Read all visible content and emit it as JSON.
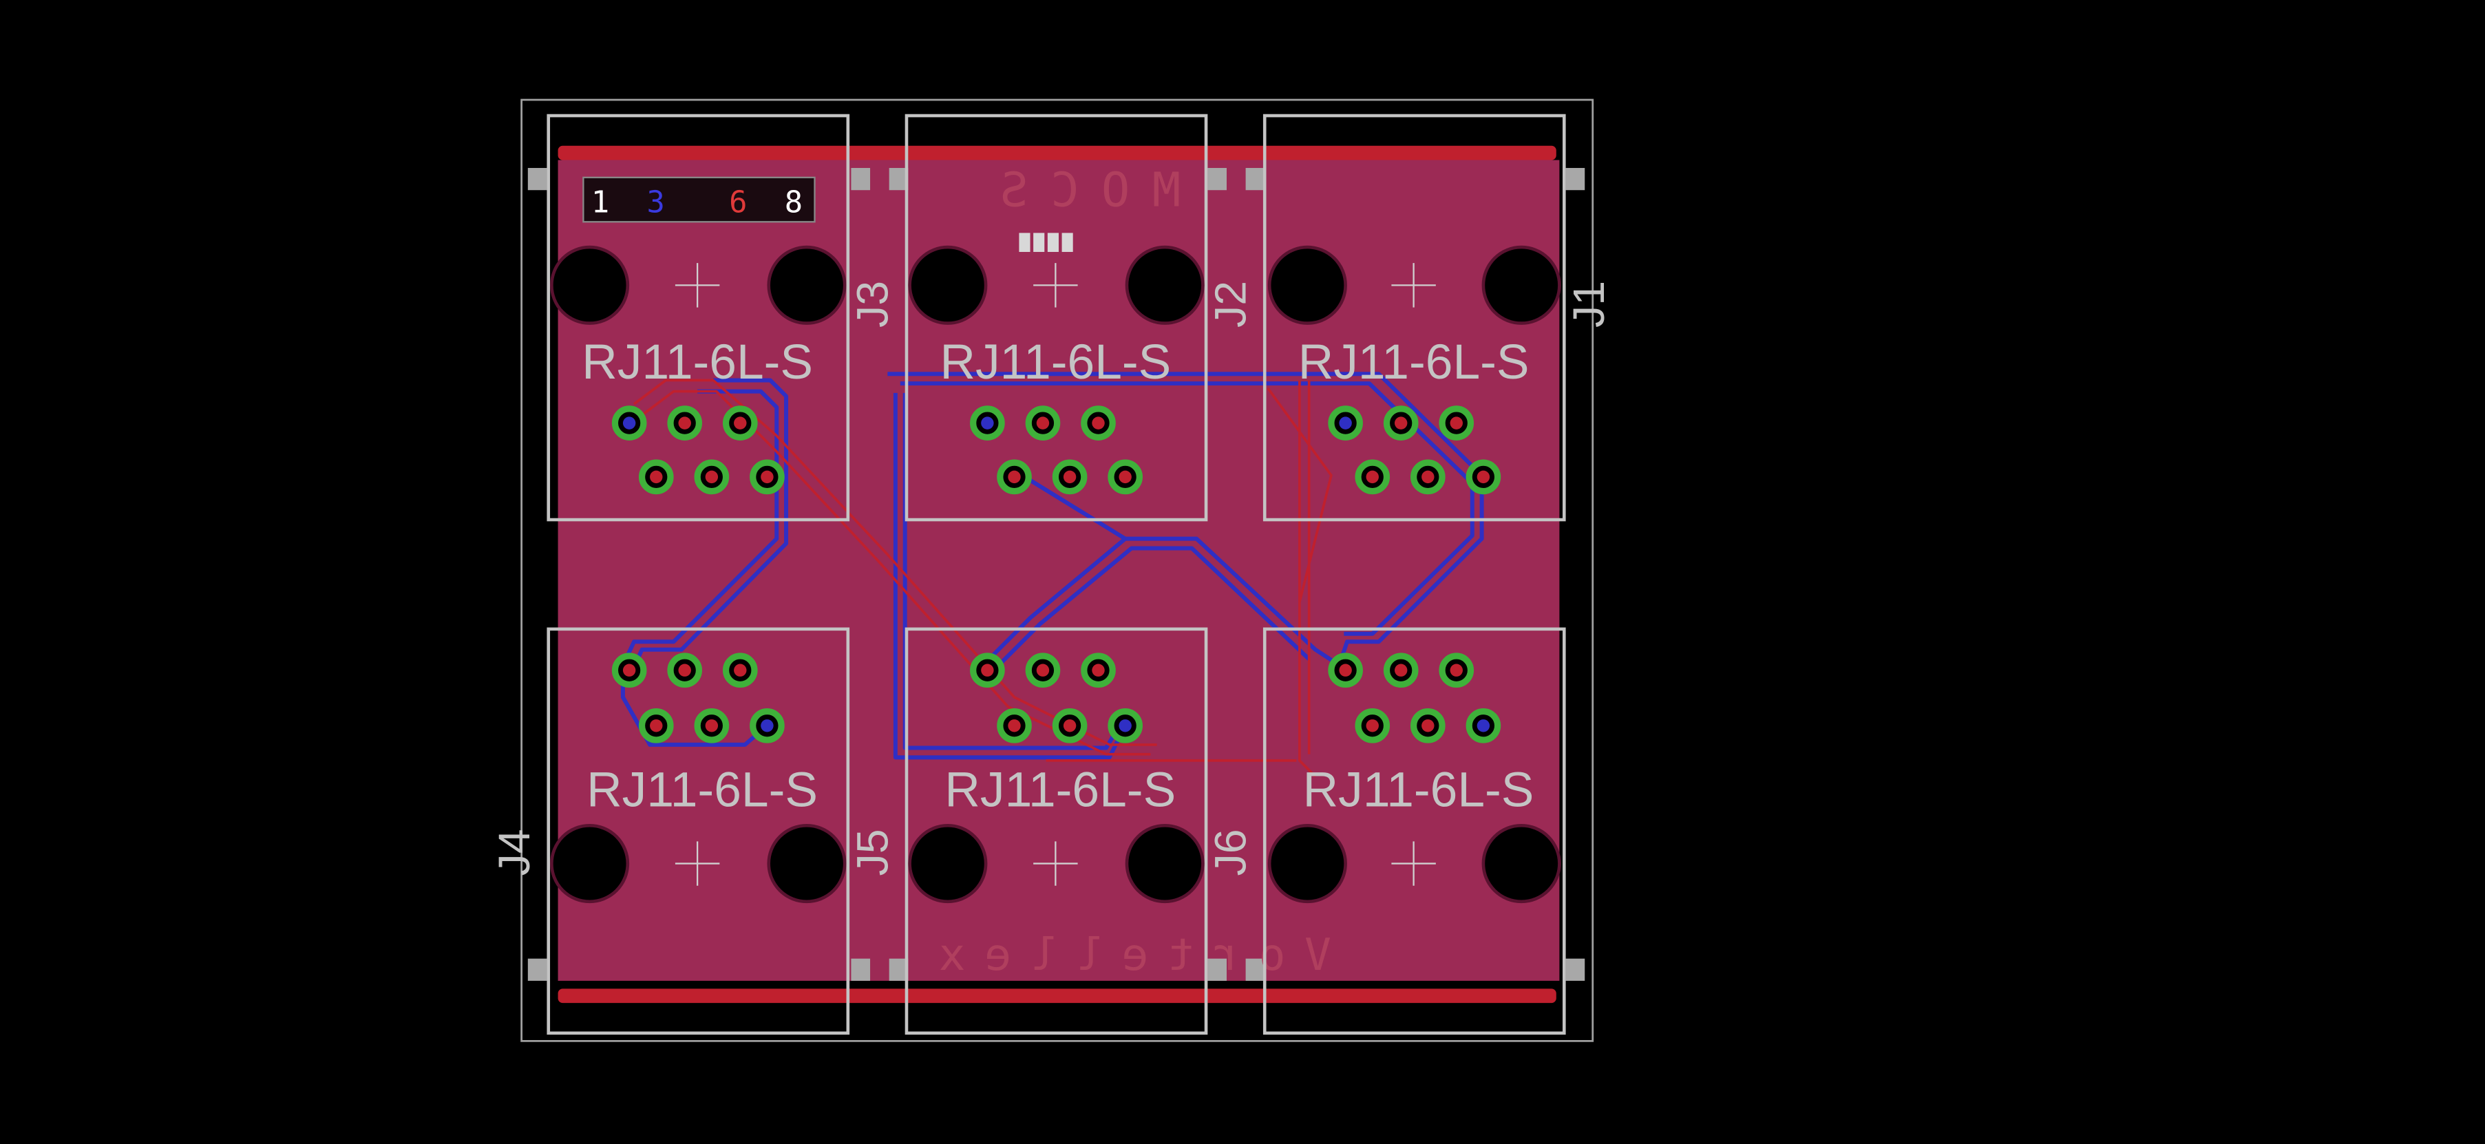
{
  "colors": {
    "background": "#000000",
    "board_fill": "#9c2a55",
    "top_copper": "#c0202e",
    "bottom_copper": "#2f2fc4",
    "pad": "#3fb13a",
    "silkscreen": "#c4c4c4",
    "outline": "#a0a0a0"
  },
  "layer_legend": {
    "l1": "1",
    "l3": "3",
    "l6": "6",
    "l8": "8"
  },
  "mirrored_text": {
    "top": "MOCS",
    "bottom": "Vortellex"
  },
  "connectors": [
    {
      "ref": "J1",
      "value": "RJ11-6L-S"
    },
    {
      "ref": "J2",
      "value": "RJ11-6L-S"
    },
    {
      "ref": "J3",
      "value": "RJ11-6L-S"
    },
    {
      "ref": "J4",
      "value": "RJ11-6L-S"
    },
    {
      "ref": "J5",
      "value": "RJ11-6L-S"
    },
    {
      "ref": "J6",
      "value": "RJ11-6L-S"
    }
  ],
  "icons": [
    "mounting-hole-icon",
    "crosshair-icon",
    "via-pad-icon"
  ]
}
